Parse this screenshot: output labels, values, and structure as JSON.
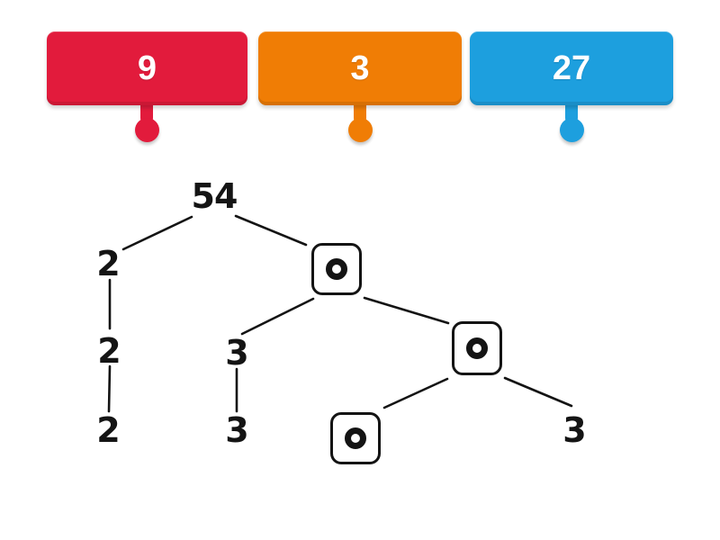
{
  "draggables": [
    {
      "label": "9",
      "color": "#e21b3c",
      "color_name": "red"
    },
    {
      "label": "3",
      "color": "#f07d05",
      "color_name": "orange"
    },
    {
      "label": "27",
      "color": "#1d9fde",
      "color_name": "blue"
    }
  ],
  "tree": {
    "root": "54",
    "left_branch": [
      "2",
      "2",
      "2"
    ],
    "mid_branch": [
      "3",
      "3"
    ],
    "right_leaf": "3",
    "drop_target_count": 3
  },
  "colors": {
    "background": "#ffffff",
    "line": "#141414",
    "tree_text": "#141414",
    "card_text": "#ffffff"
  }
}
